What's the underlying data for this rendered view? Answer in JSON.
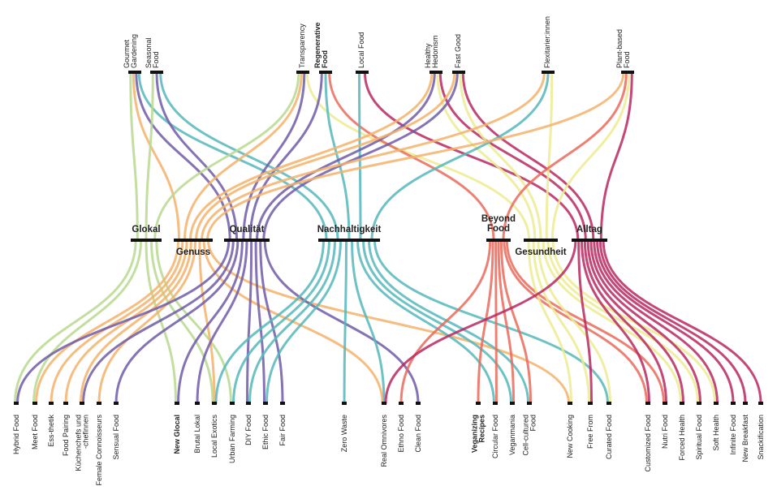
{
  "top_nodes": [
    {
      "id": "gourmet",
      "lines": [
        "Gourmet",
        "Gardening"
      ]
    },
    {
      "id": "seasonal",
      "lines": [
        "Seasonal",
        "Food"
      ]
    },
    {
      "id": "transparency",
      "lines": [
        "Transparency"
      ]
    },
    {
      "id": "regenerative",
      "lines": [
        "Regenerative",
        "Food"
      ],
      "bold": true
    },
    {
      "id": "local",
      "lines": [
        "Local Food"
      ]
    },
    {
      "id": "hedonism",
      "lines": [
        "Healthy",
        "Hedonism"
      ]
    },
    {
      "id": "fastgood",
      "lines": [
        "Fast Good"
      ]
    },
    {
      "id": "flexitarier",
      "lines": [
        "Flexitarier:innen"
      ]
    },
    {
      "id": "plantbased",
      "lines": [
        "Plant-based",
        "Food"
      ]
    }
  ],
  "categories": [
    {
      "id": "glokal",
      "lines": [
        "Glokal"
      ]
    },
    {
      "id": "genuss",
      "lines": [
        "Genuss"
      ]
    },
    {
      "id": "qualitaet",
      "lines": [
        "Qualität"
      ]
    },
    {
      "id": "nachhaltigkeit",
      "lines": [
        "Nachhaltigkeit"
      ]
    },
    {
      "id": "beyond",
      "lines": [
        "Beyond",
        "Food"
      ]
    },
    {
      "id": "gesundheit",
      "lines": [
        "Gesundheit"
      ]
    },
    {
      "id": "alltag",
      "lines": [
        "Alltag"
      ]
    }
  ],
  "bottom_nodes": [
    {
      "id": "hybrid",
      "lines": [
        "Hybrid Food"
      ]
    },
    {
      "id": "meet",
      "lines": [
        "Meet Food"
      ]
    },
    {
      "id": "essthetik",
      "lines": [
        "Ess-thetik"
      ]
    },
    {
      "id": "pairing",
      "lines": [
        "Food Pairing"
      ]
    },
    {
      "id": "kuechenchefs",
      "lines": [
        "Küchenchefs und",
        "-chefinnen"
      ]
    },
    {
      "id": "female",
      "lines": [
        "Female Connoisseurs"
      ]
    },
    {
      "id": "sensual",
      "lines": [
        "Sensual Food"
      ]
    },
    {
      "id": "newglocal",
      "lines": [
        "New Glocal"
      ],
      "bold": true
    },
    {
      "id": "brutal",
      "lines": [
        "Brutal Lokal"
      ]
    },
    {
      "id": "exotics",
      "lines": [
        "Local Exotics"
      ]
    },
    {
      "id": "urban",
      "lines": [
        "Urban Farming"
      ]
    },
    {
      "id": "diy",
      "lines": [
        "DIY Food"
      ]
    },
    {
      "id": "ethic",
      "lines": [
        "Ethic Food"
      ]
    },
    {
      "id": "fair",
      "lines": [
        "Fair Food"
      ]
    },
    {
      "id": "zerowaste",
      "lines": [
        "Zero Waste"
      ]
    },
    {
      "id": "omnivores",
      "lines": [
        "Real Omnivores"
      ]
    },
    {
      "id": "ethno",
      "lines": [
        "Ethno Food"
      ]
    },
    {
      "id": "clean",
      "lines": [
        "Clean Food"
      ]
    },
    {
      "id": "veganizing",
      "lines": [
        "Veganizing",
        "Recipes"
      ],
      "bold": true
    },
    {
      "id": "circular",
      "lines": [
        "Circular Food"
      ]
    },
    {
      "id": "veganmania",
      "lines": [
        "Veganmania"
      ]
    },
    {
      "id": "cellcultured",
      "lines": [
        "Cell-cultured",
        "Food"
      ]
    },
    {
      "id": "newcooking",
      "lines": [
        "New Cooking"
      ]
    },
    {
      "id": "freefrom",
      "lines": [
        "Free From"
      ]
    },
    {
      "id": "curated",
      "lines": [
        "Curated Food"
      ]
    },
    {
      "id": "customized",
      "lines": [
        "Customized Food"
      ]
    },
    {
      "id": "nutri",
      "lines": [
        "Nutri Food"
      ]
    },
    {
      "id": "forced",
      "lines": [
        "Forced Health"
      ]
    },
    {
      "id": "spiritual",
      "lines": [
        "Spiritual Food"
      ]
    },
    {
      "id": "softhealth",
      "lines": [
        "Soft Health"
      ]
    },
    {
      "id": "infinite",
      "lines": [
        "Infinite Food"
      ]
    },
    {
      "id": "breakfast",
      "lines": [
        "New Breakfast"
      ]
    },
    {
      "id": "snackification",
      "lines": [
        "Snackification"
      ]
    }
  ],
  "colors": {
    "glokal": "#b8d98f",
    "genuss": "#f5b26b",
    "qualitaet": "#6f5aa8",
    "nachhaltigkeit": "#55b7bb",
    "beyond": "#ea6a5a",
    "gesundheit": "#eceb92",
    "alltag": "#b8285f",
    "bar": "#111111"
  },
  "links": [
    [
      "gourmet",
      "glokal"
    ],
    [
      "gourmet",
      "genuss"
    ],
    [
      "gourmet",
      "qualitaet"
    ],
    [
      "gourmet",
      "nachhaltigkeit"
    ],
    [
      "seasonal",
      "glokal"
    ],
    [
      "seasonal",
      "qualitaet"
    ],
    [
      "seasonal",
      "nachhaltigkeit"
    ],
    [
      "transparency",
      "glokal"
    ],
    [
      "transparency",
      "genuss"
    ],
    [
      "transparency",
      "qualitaet"
    ],
    [
      "transparency",
      "gesundheit"
    ],
    [
      "regenerative",
      "qualitaet"
    ],
    [
      "regenerative",
      "nachhaltigkeit"
    ],
    [
      "regenerative",
      "beyond"
    ],
    [
      "local",
      "nachhaltigkeit"
    ],
    [
      "local",
      "alltag"
    ],
    [
      "hedonism",
      "genuss"
    ],
    [
      "hedonism",
      "qualitaet"
    ],
    [
      "hedonism",
      "gesundheit"
    ],
    [
      "hedonism",
      "alltag"
    ],
    [
      "fastgood",
      "genuss"
    ],
    [
      "fastgood",
      "qualitaet"
    ],
    [
      "fastgood",
      "gesundheit"
    ],
    [
      "fastgood",
      "alltag"
    ],
    [
      "flexitarier",
      "genuss"
    ],
    [
      "flexitarier",
      "nachhaltigkeit"
    ],
    [
      "flexitarier",
      "gesundheit"
    ],
    [
      "plantbased",
      "genuss"
    ],
    [
      "plantbased",
      "beyond"
    ],
    [
      "plantbased",
      "gesundheit"
    ],
    [
      "plantbased",
      "alltag"
    ],
    [
      "glokal",
      "hybrid"
    ],
    [
      "glokal",
      "meet"
    ],
    [
      "glokal",
      "newglocal"
    ],
    [
      "glokal",
      "exotics"
    ],
    [
      "glokal",
      "urban"
    ],
    [
      "genuss",
      "meet"
    ],
    [
      "genuss",
      "essthetik"
    ],
    [
      "genuss",
      "pairing"
    ],
    [
      "genuss",
      "kuechenchefs"
    ],
    [
      "genuss",
      "female"
    ],
    [
      "genuss",
      "exotics"
    ],
    [
      "genuss",
      "omnivores"
    ],
    [
      "genuss",
      "newcooking"
    ],
    [
      "qualitaet",
      "hybrid"
    ],
    [
      "qualitaet",
      "kuechenchefs"
    ],
    [
      "qualitaet",
      "sensual"
    ],
    [
      "qualitaet",
      "newglocal"
    ],
    [
      "qualitaet",
      "brutal"
    ],
    [
      "qualitaet",
      "diy"
    ],
    [
      "qualitaet",
      "ethic"
    ],
    [
      "qualitaet",
      "fair"
    ],
    [
      "qualitaet",
      "clean"
    ],
    [
      "nachhaltigkeit",
      "exotics"
    ],
    [
      "nachhaltigkeit",
      "urban"
    ],
    [
      "nachhaltigkeit",
      "diy"
    ],
    [
      "nachhaltigkeit",
      "ethic"
    ],
    [
      "nachhaltigkeit",
      "zerowaste"
    ],
    [
      "nachhaltigkeit",
      "omnivores"
    ],
    [
      "nachhaltigkeit",
      "circular"
    ],
    [
      "nachhaltigkeit",
      "veganmania"
    ],
    [
      "nachhaltigkeit",
      "cellcultured"
    ],
    [
      "nachhaltigkeit",
      "curated"
    ],
    [
      "beyond",
      "ethno"
    ],
    [
      "beyond",
      "veganizing"
    ],
    [
      "beyond",
      "circular"
    ],
    [
      "beyond",
      "veganmania"
    ],
    [
      "beyond",
      "cellcultured"
    ],
    [
      "beyond",
      "customized"
    ],
    [
      "beyond",
      "nutri"
    ],
    [
      "gesundheit",
      "newcooking"
    ],
    [
      "gesundheit",
      "freefrom"
    ],
    [
      "gesundheit",
      "curated"
    ],
    [
      "gesundheit",
      "forced"
    ],
    [
      "gesundheit",
      "spiritual"
    ],
    [
      "gesundheit",
      "softhealth"
    ],
    [
      "alltag",
      "omnivores"
    ],
    [
      "alltag",
      "freefrom"
    ],
    [
      "alltag",
      "customized"
    ],
    [
      "alltag",
      "nutri"
    ],
    [
      "alltag",
      "forced"
    ],
    [
      "alltag",
      "spiritual"
    ],
    [
      "alltag",
      "softhealth"
    ],
    [
      "alltag",
      "infinite"
    ],
    [
      "alltag",
      "breakfast"
    ],
    [
      "alltag",
      "snackification"
    ]
  ]
}
